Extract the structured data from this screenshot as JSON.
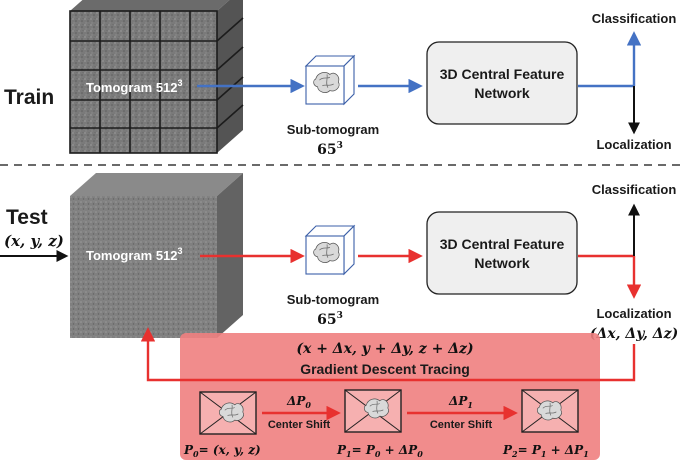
{
  "train": {
    "section_label": "Train",
    "tomogram_label": "Tomogram 512",
    "tomogram_exp": "3",
    "subtomo_label": "Sub-tomogram",
    "subtomo_size": "65",
    "subtomo_exp": "3",
    "network_line1": "3D Central Feature",
    "network_line2": "Network",
    "classification": "Classification",
    "localization": "Localization"
  },
  "test": {
    "section_label": "Test",
    "input_coords": "(x, y, z)",
    "tomogram_label": "Tomogram 512",
    "tomogram_exp": "3",
    "subtomo_label": "Sub-tomogram",
    "subtomo_size": "65",
    "subtomo_exp": "3",
    "network_line1": "3D Central Feature",
    "network_line2": "Network",
    "classification": "Classification",
    "localization": "Localization",
    "localization_delta": "(Δx, Δy, Δz)"
  },
  "tracing": {
    "updated_coords": "(x + Δx, y + Δy, z + Δz)",
    "title": "Gradient Descent Tracing",
    "step1_label": "ΔP",
    "step1_sub": "0",
    "step2_label": "ΔP",
    "step2_sub": "1",
    "shift_label_1": "Center Shift",
    "shift_label_2": "Center Shift",
    "p0_eq": "= (x, y, z)",
    "p1_eq": "= P",
    "p1_eq_tail": " + ΔP",
    "p2_eq": "= P",
    "p2_eq_tail": " + ΔP",
    "p_symbol": "P",
    "p0_sub": "0",
    "p1_sub": "1",
    "p1_a": "0",
    "p1_b": "0",
    "p2_sub": "2",
    "p2_a": "1",
    "p2_b": "1"
  },
  "colors": {
    "train_arrow": "#4472c4",
    "test_arrow": "#e8312f",
    "tracing_panel": "#f08080",
    "network_fill": "#efefef",
    "divider": "#555555"
  }
}
